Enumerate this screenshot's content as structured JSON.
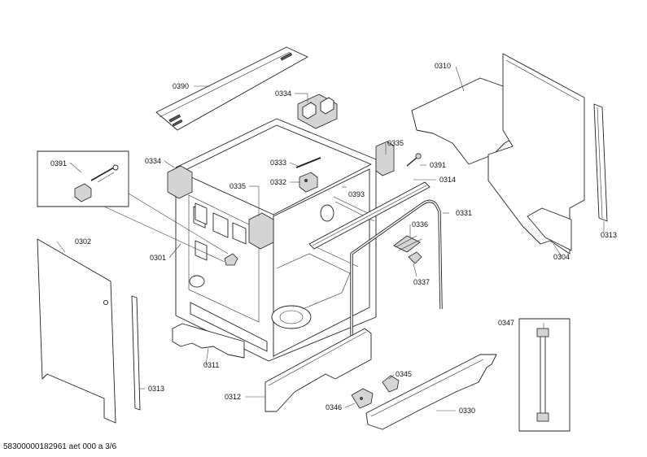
{
  "labels": {
    "p0390": "0390",
    "p0334a": "0334",
    "p0334b": "0334",
    "p0391a": "0391",
    "p0391b": "0391",
    "p0333": "0333",
    "p0332": "0332",
    "p0335a": "0335",
    "p0335b": "0335",
    "p0393": "0393",
    "p0314": "0314",
    "p0310": "0310",
    "p0331": "0331",
    "p0336": "0336",
    "p0337": "0337",
    "p0304": "0304",
    "p0313a": "0313",
    "p0313b": "0313",
    "p0302": "0302",
    "p0301": "0301",
    "p0311": "0311",
    "p0312": "0312",
    "p0345": "0345",
    "p0346": "0346",
    "p0330": "0330",
    "p0347": "0347"
  },
  "footer": "58300000182961 aet 000 a 3/6"
}
